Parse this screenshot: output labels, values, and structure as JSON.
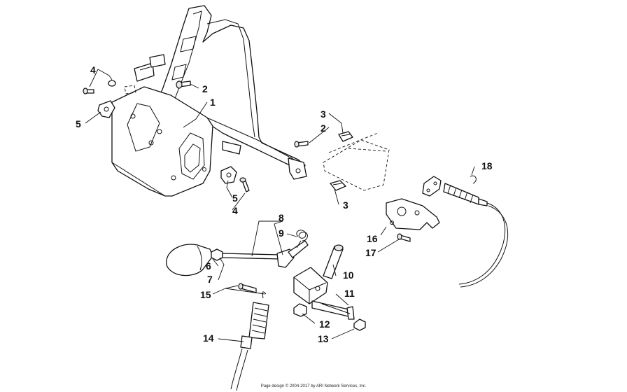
{
  "diagram": {
    "callouts": [
      {
        "id": "c1",
        "label": "1"
      },
      {
        "id": "c2a",
        "label": "2"
      },
      {
        "id": "c2b",
        "label": "2"
      },
      {
        "id": "c3a",
        "label": "3"
      },
      {
        "id": "c3b",
        "label": "3"
      },
      {
        "id": "c4a",
        "label": "4"
      },
      {
        "id": "c4b",
        "label": "4"
      },
      {
        "id": "c5a",
        "label": "5"
      },
      {
        "id": "c5b",
        "label": "5"
      },
      {
        "id": "c6",
        "label": "6"
      },
      {
        "id": "c7",
        "label": "7"
      },
      {
        "id": "c8",
        "label": "8"
      },
      {
        "id": "c9",
        "label": "9"
      },
      {
        "id": "c10",
        "label": "10"
      },
      {
        "id": "c11",
        "label": "11"
      },
      {
        "id": "c12",
        "label": "12"
      },
      {
        "id": "c13",
        "label": "13"
      },
      {
        "id": "c14",
        "label": "14"
      },
      {
        "id": "c15",
        "label": "15"
      },
      {
        "id": "c16",
        "label": "16"
      },
      {
        "id": "c17",
        "label": "17"
      },
      {
        "id": "c18",
        "label": "18"
      }
    ]
  },
  "footer": {
    "credit": "Page design © 2004-2017 by ARI Network Services, Inc."
  }
}
